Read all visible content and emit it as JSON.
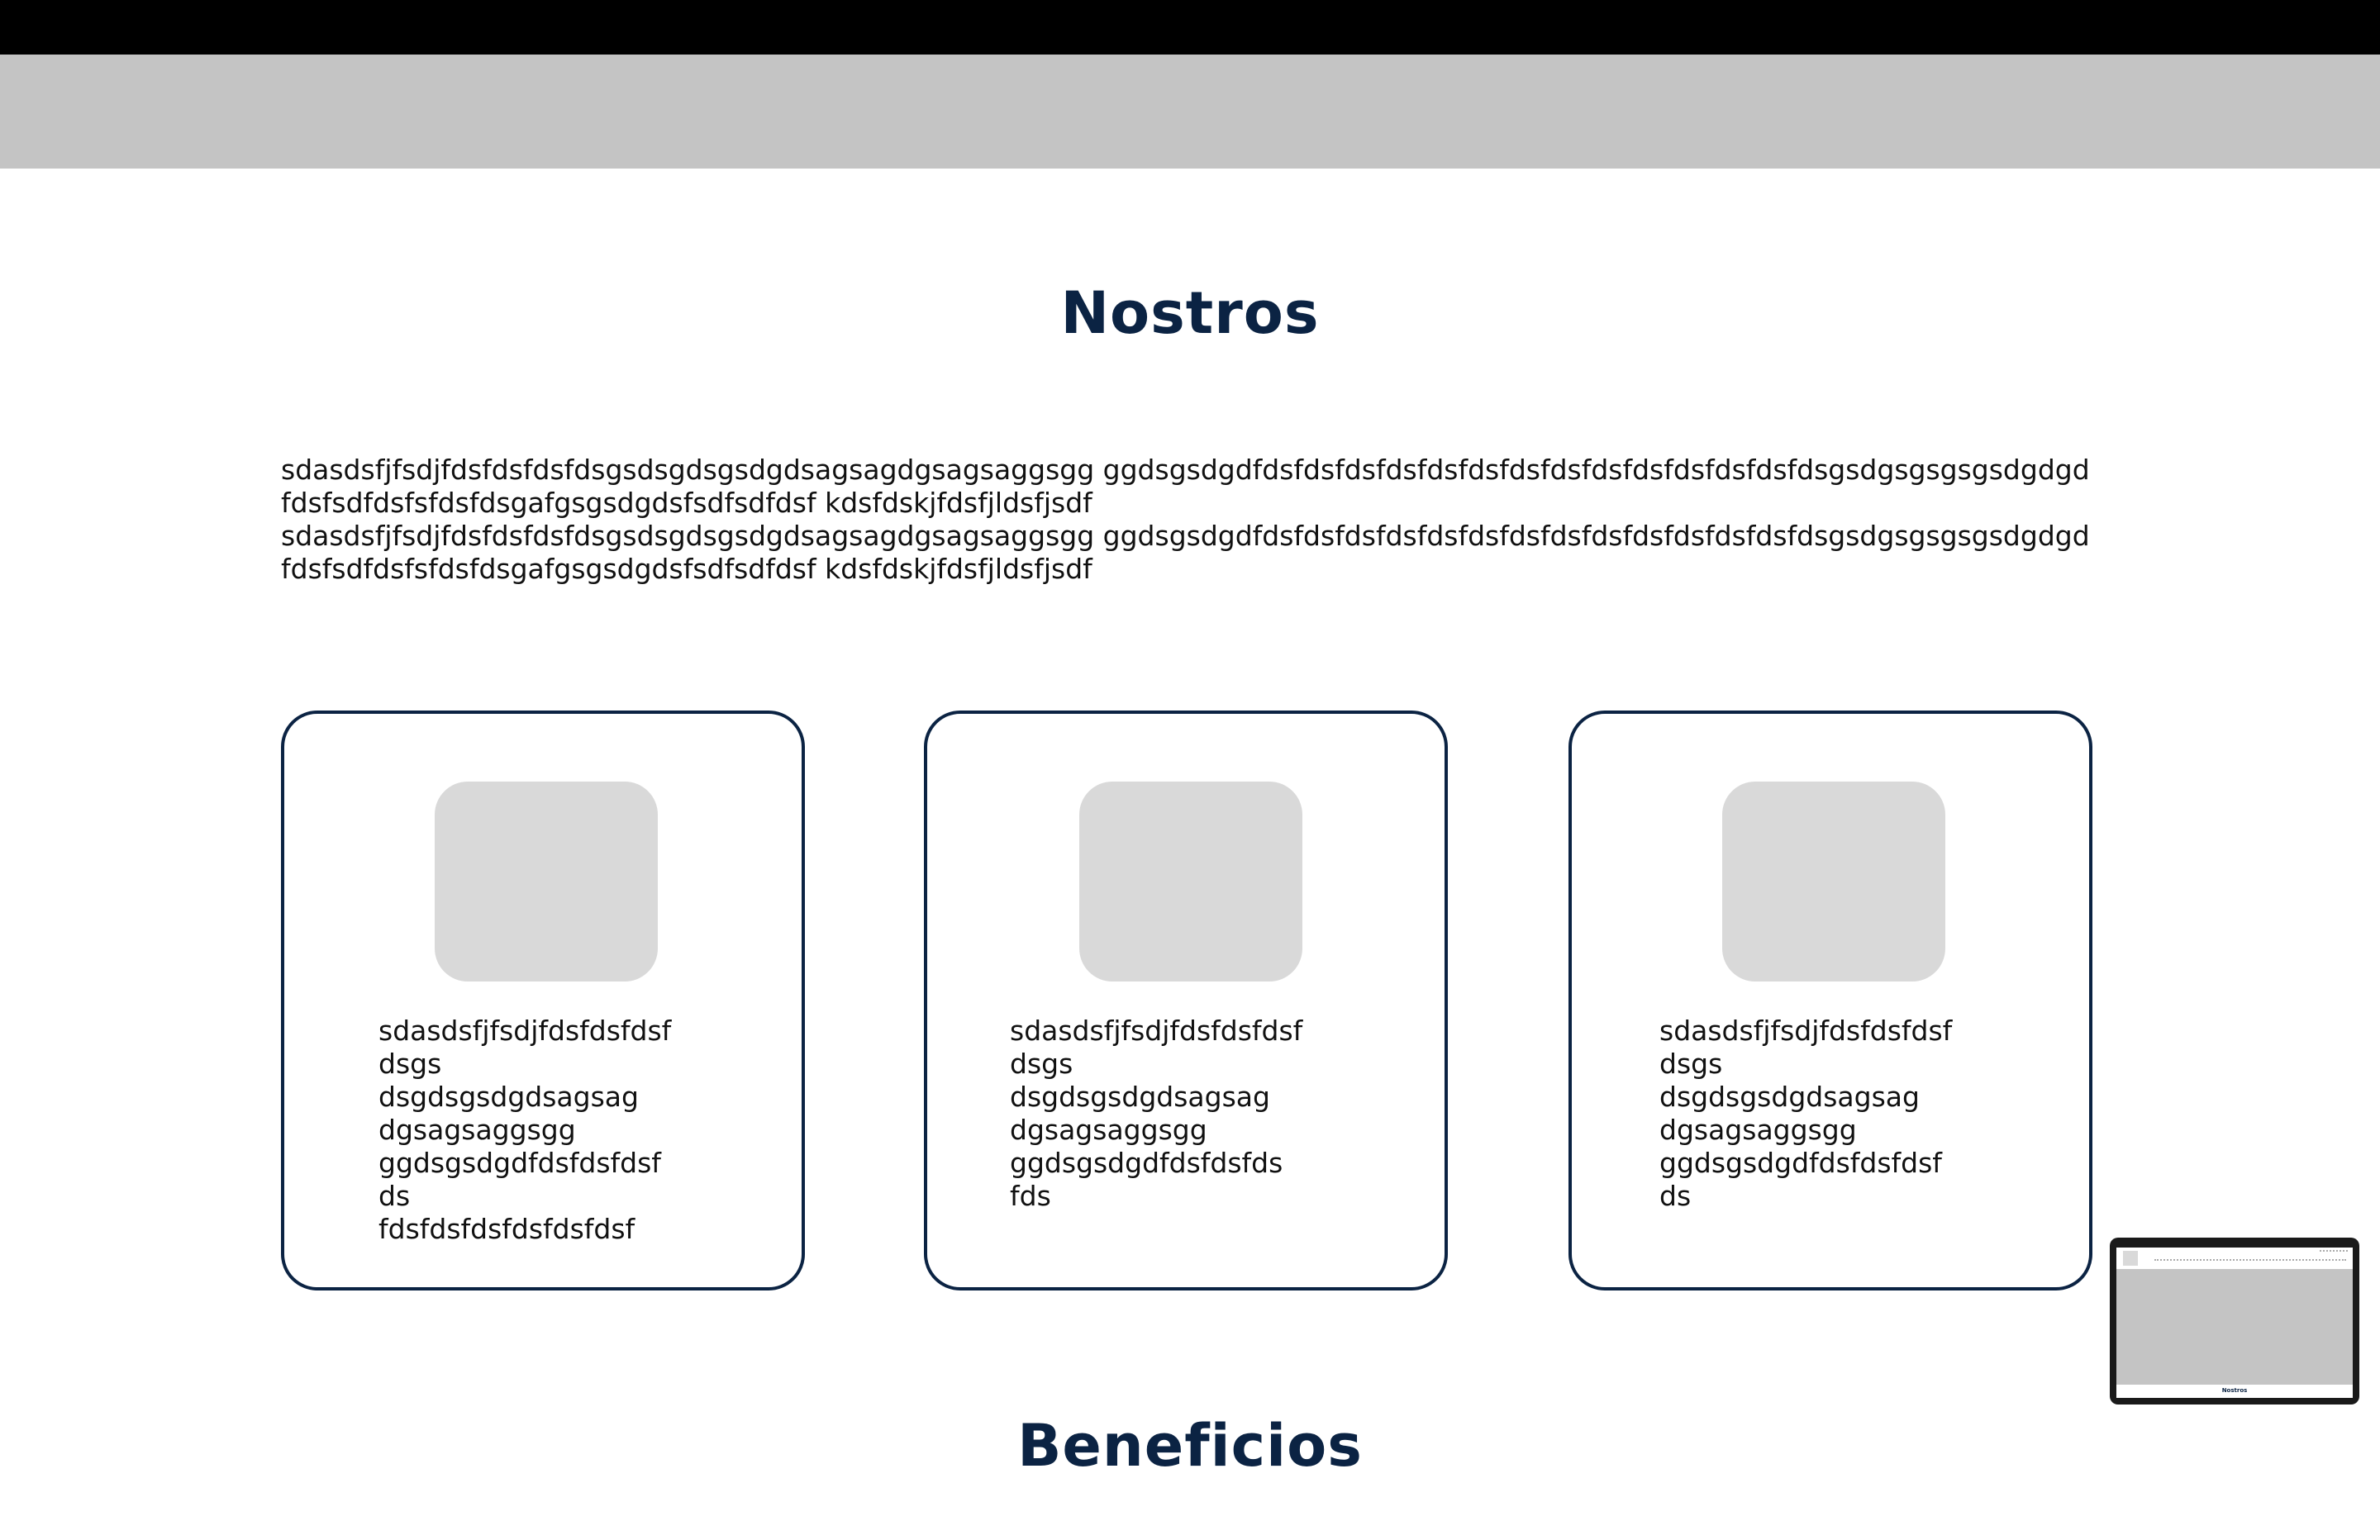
{
  "colors": {
    "top_bar": "#000000",
    "hero": "#c4c4c4",
    "heading": "#0b2343",
    "card_border": "#0b2343",
    "image_placeholder": "#d9d9d9"
  },
  "sections": {
    "nostros_title": "Nostros",
    "beneficios_title": "Beneficios"
  },
  "intro": {
    "paragraphs": [
      "sdasdsfjfsdjfdsfdsfdsfdsgsdsgdsgsdgdsagsagdgsagsaggsgg ggdsgsdgdfdsfdsfdsfdsfdsfdsfdsfdsfdsfdsfdsfdsfdsfdsgsdgsgsgsgsdgdgdfdsfsdfdsfsfdsfdsgafgsgsdgdsfsdfsdfdsf kdsfdskjfdsfjldsfjsdf",
      "sdasdsfjfsdjfdsfdsfdsfdsgsdsgdsgsdgdsagsagdgsagsaggsgg ggdsgsdgdfdsfdsfdsfdsfdsfdsfdsfdsfdsfdsfdsfdsfdsfdsgsdgsgsgsgsdgdgdfdsfsdfdsfsfdsfdsgafgsgsdgdsfsdfsdfdsf kdsfdskjfdsfjldsfjsdf"
    ]
  },
  "cards": [
    {
      "image_icon": "image-placeholder",
      "text": "sdasdsfjfsdjfdsfdsfdsf\ndsgs\ndsgdsgsdgdsagsag\ndgsagsaggsgg\nggdsgsdgdfdsfdsfdsf\nds\nfdsfdsfdsfdsfdsfdsf"
    },
    {
      "image_icon": "image-placeholder",
      "text": "sdasdsfjfsdjfdsfdsfdsf\ndsgs\ndsgdsgsdgdsagsag\ndgsagsaggsgg\nggdsgsdgdfdsfdsfds\nfds"
    },
    {
      "image_icon": "image-placeholder",
      "text": "sdasdsfjfsdjfdsfdsfdsf\ndsgs\ndsgdsgsdgdsagsag\ndgsagsaggsgg\nggdsgsdgdfdsfdsfdsf\nds"
    }
  ],
  "preview": {
    "title": "Nostros"
  }
}
